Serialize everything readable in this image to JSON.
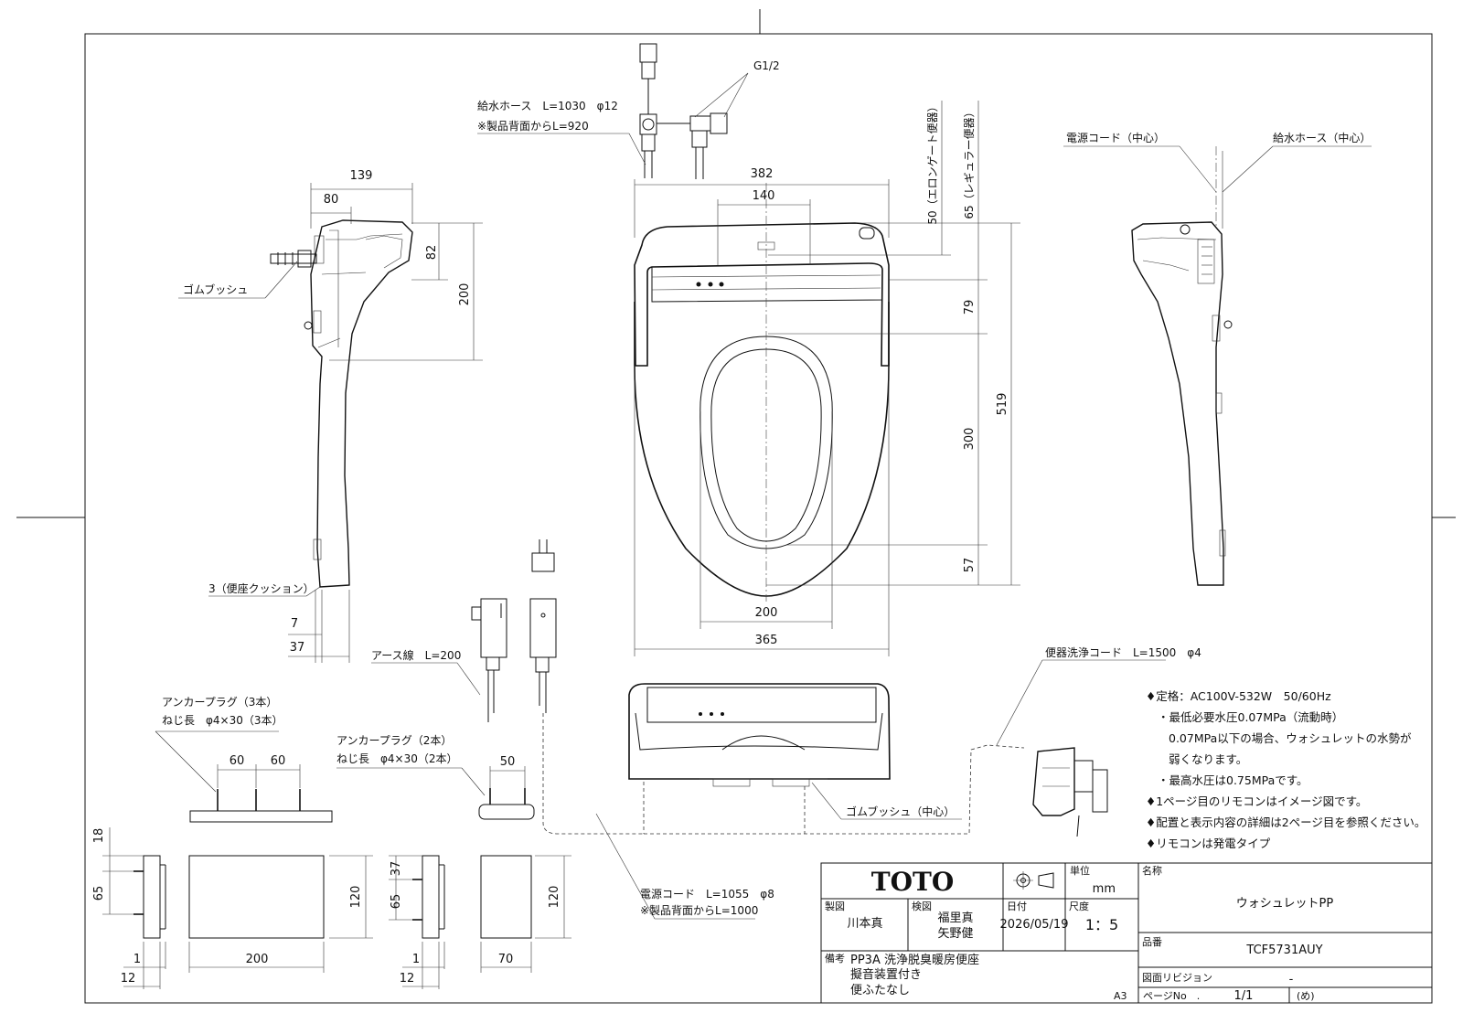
{
  "dimensions": {
    "side_139": "139",
    "side_80": "80",
    "side_82": "82",
    "side_200": "200",
    "side_3_cushion": "3（便座クッション）",
    "side_7": "7",
    "side_37": "37",
    "front_382": "382",
    "front_140": "140",
    "front_50_elongate": "50（エロンゲート便器）",
    "front_65_regular": "65（レギュラー便器）",
    "front_79": "79",
    "front_519": "519",
    "front_300": "300",
    "front_57": "57",
    "front_200": "200",
    "front_365": "365",
    "anchor_60a": "60",
    "anchor_60b": "60",
    "anchor_50": "50",
    "bottom_18": "18",
    "bottom_65a": "65",
    "bottom_1a": "1",
    "bottom_12a": "12",
    "bottom_200": "200",
    "bottom_120a": "120",
    "bottom_37": "37",
    "bottom_65b": "65",
    "bottom_1b": "1",
    "bottom_12b": "12",
    "bottom_70": "70",
    "bottom_120b": "120"
  },
  "labels": {
    "g12": "G1/2",
    "hose_1": "給水ホース　L=1030　φ12",
    "hose_2": "※製品背面からL=920",
    "rubber_bush": "ゴムブッシュ",
    "power_cord_center": "電源コード（中心）",
    "water_hose_center": "給水ホース（中心）",
    "earth_wire": "アース線　L=200",
    "anchor3_1": "アンカープラグ（3本）",
    "anchor3_2": "ねじ長　φ4×30（3本）",
    "anchor2_1": "アンカープラグ（2本）",
    "anchor2_2": "ねじ長　φ4×30（2本）",
    "toilet_cord": "便器洗浄コード　L=1500　φ4",
    "rubber_bush_center": "ゴムブッシュ（中心）",
    "power_cord_1": "電源コード　L=1055　φ8",
    "power_cord_2": "※製品背面からL=1000"
  },
  "notes": [
    "♦定格：AC100V-532W　50/60Hz",
    "・最低必要水圧0.07MPa（流動時）",
    "0.07MPa以下の場合、ウォシュレットの水勢が",
    "弱くなります。",
    "・最高水圧は0.75MPaです。",
    "♦1ページ目のリモコンはイメージ図です。",
    "♦配置と表示内容の詳細は2ページ目を参照ください。",
    "♦リモコンは発電タイプ"
  ],
  "title_block": {
    "logo": "TOTO",
    "unit_label": "単位",
    "unit_value": "mm",
    "drawn_label": "製図",
    "drawn_value": "川本真",
    "checked_label": "検図",
    "checked_value_1": "福里真",
    "checked_value_2": "矢野健",
    "date_label": "日付",
    "date_value": "2026/05/19",
    "scale_label": "尺度",
    "scale_value": "1：5",
    "name_label": "名称",
    "name_value": "ウォシュレットPP",
    "part_label": "品番",
    "part_value": "TCF5731AUY",
    "remarks_label": "備考",
    "remarks_1": "PP3A 洗浄脱臭暖房便座",
    "remarks_2": "擬音装置付き",
    "remarks_3": "便ふたなし",
    "revision_label": "図面リビジョン",
    "revision_value": "-",
    "sheet_size": "A3",
    "page_label": "ページNo　.",
    "page_value": "1/1",
    "page_mark": "(め)"
  }
}
